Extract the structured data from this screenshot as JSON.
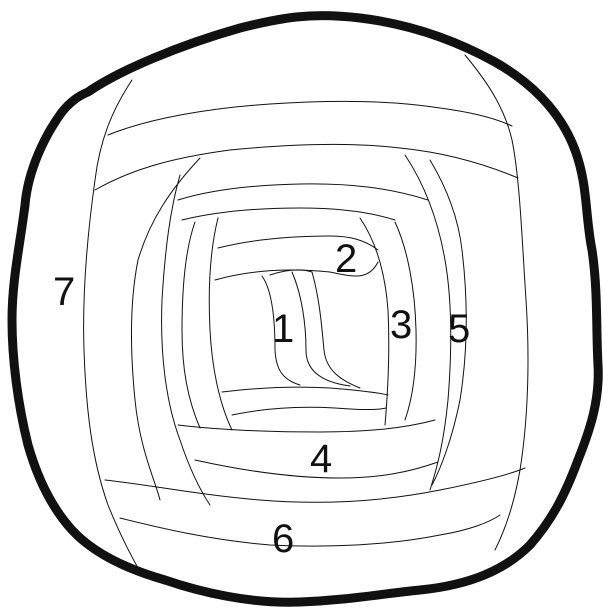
{
  "diagram": {
    "labels": {
      "region_1": "1",
      "region_2": "2",
      "region_3": "3",
      "region_4": "4",
      "region_5": "5",
      "region_6": "6",
      "region_7": "7"
    },
    "colors": {
      "line": "#111111",
      "background": "#ffffff"
    }
  }
}
